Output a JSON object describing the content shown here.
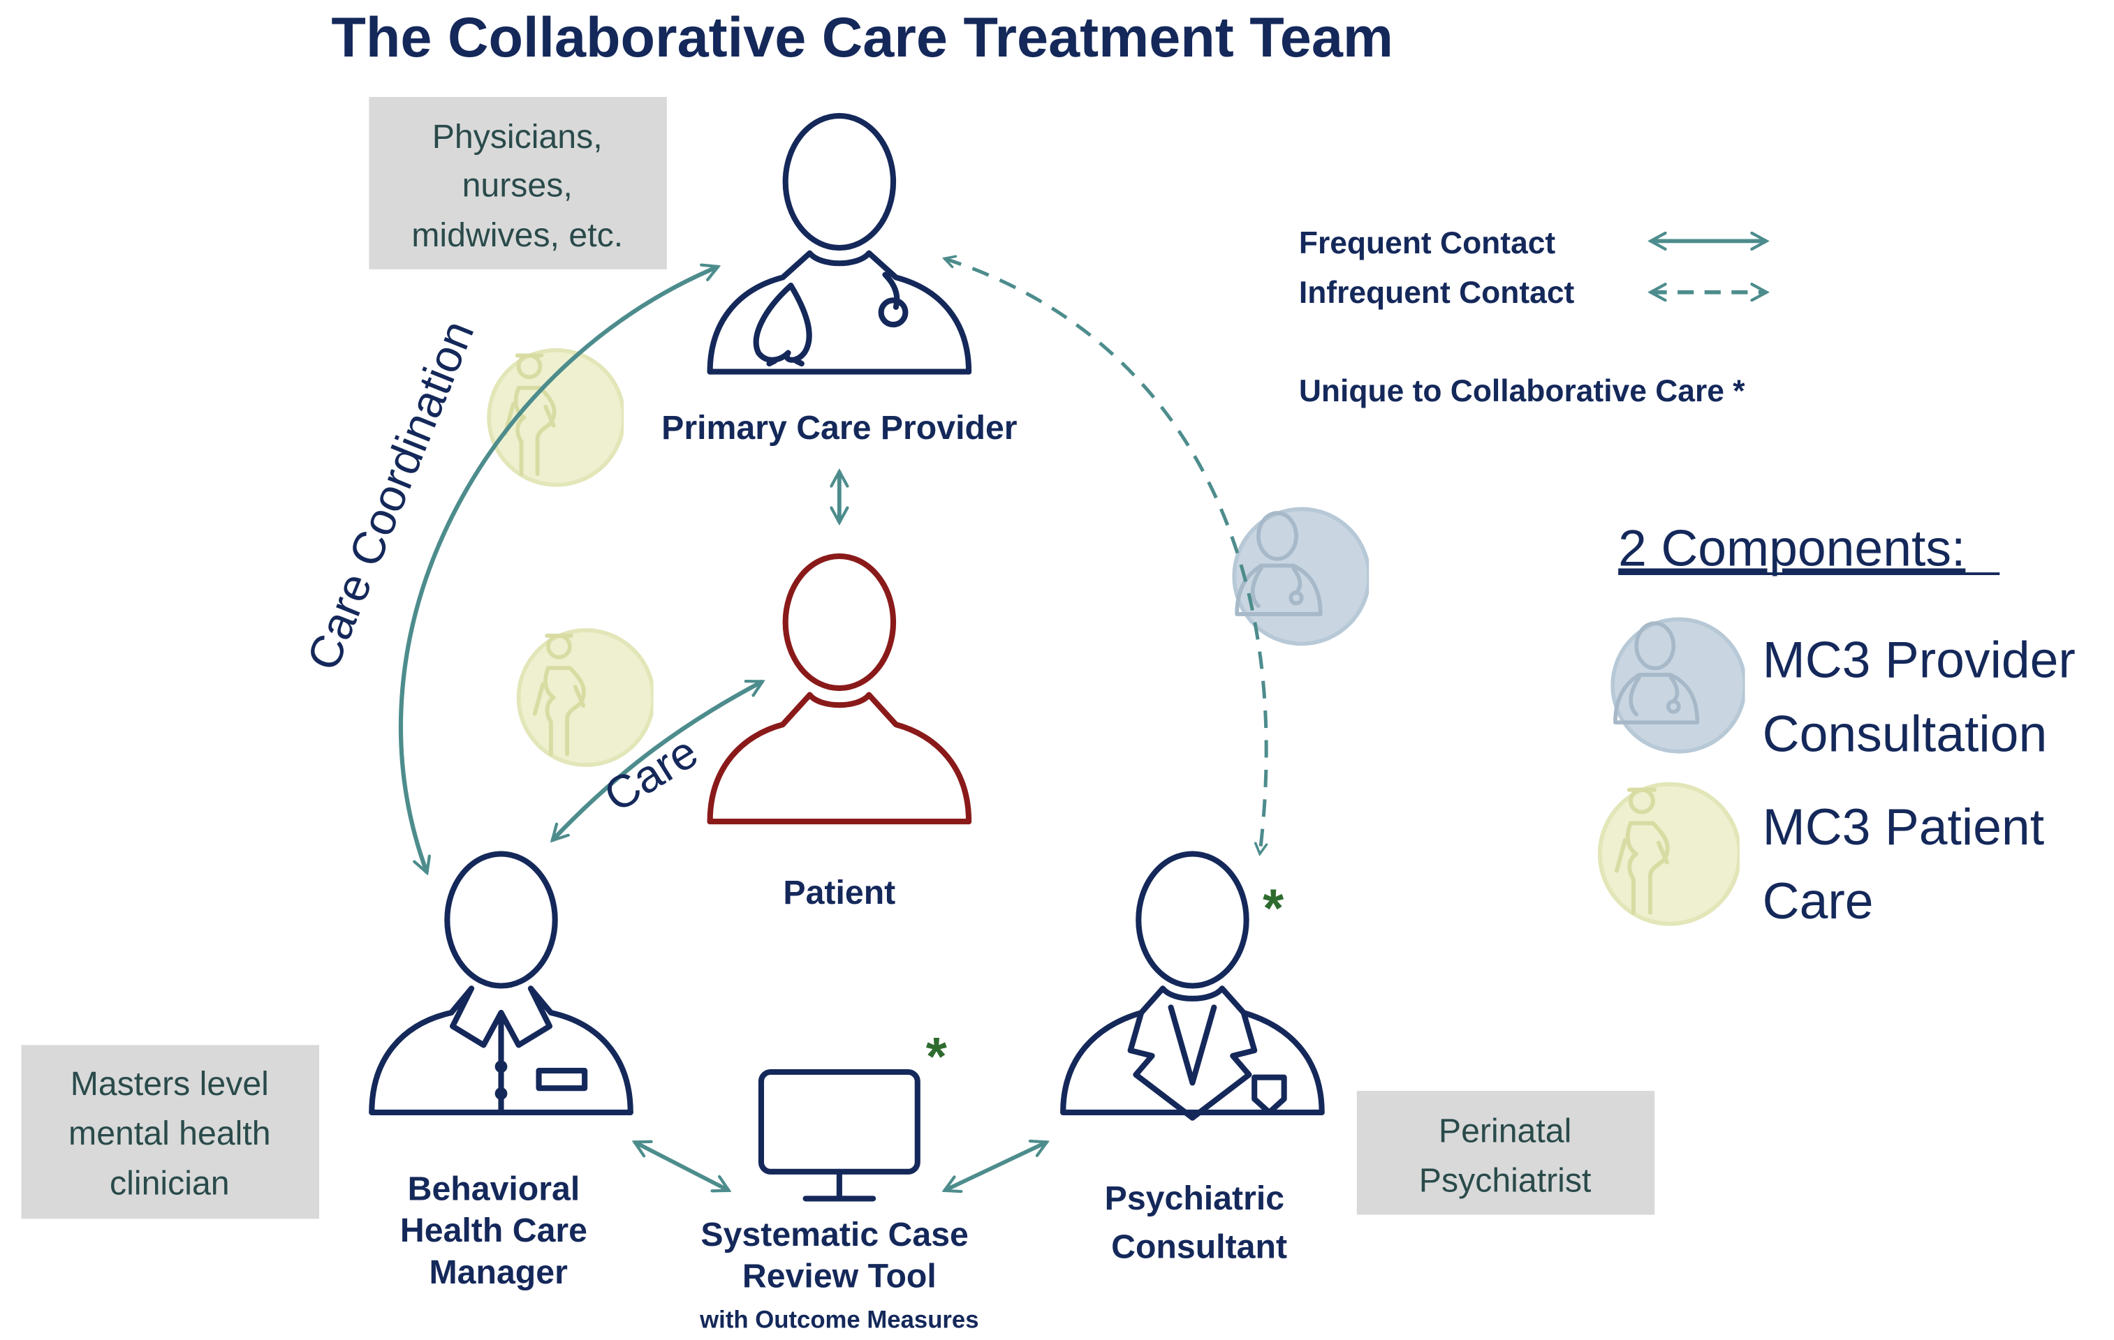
{
  "title": "The Collaborative Care Treatment Team",
  "colors": {
    "navy": "#14285a",
    "teal": "#4d8c8c",
    "patient_red": "#8a1a1a",
    "gray_box": "#d9d9d9",
    "asterisk_green": "#2e6b2e",
    "blue_badge": "#c5d3df",
    "yellow_badge": "#eef0cf"
  },
  "nodes": {
    "primary_care": {
      "label": "Primary Care Provider",
      "icon": "doctor-stethoscope-icon"
    },
    "patient": {
      "label": "Patient",
      "icon": "person-icon"
    },
    "bhcm": {
      "label_lines": [
        "Behavioral",
        "Health Care",
        "Manager"
      ],
      "icon": "person-shirt-icon"
    },
    "psychiatric": {
      "label_lines": [
        "Psychiatric",
        "Consultant"
      ],
      "icon": "doctor-coat-icon",
      "asterisk": "*"
    },
    "review_tool": {
      "label_lines": [
        "Systematic Case",
        "Review Tool"
      ],
      "sublabel": "with Outcome Measures",
      "icon": "monitor-icon",
      "asterisk": "*"
    }
  },
  "gray_boxes": {
    "physicians": [
      "Physicians,",
      "nurses,",
      "midwives, etc."
    ],
    "masters": [
      "Masters level",
      "mental health",
      "clinician"
    ],
    "perinatal": [
      "Perinatal",
      "Psychiatrist"
    ]
  },
  "arrow_labels": {
    "care_coordination": "Care Coordination",
    "care": "Care"
  },
  "legend": {
    "frequent": "Frequent Contact",
    "infrequent": "Infrequent Contact",
    "unique": "Unique to Collaborative Care *"
  },
  "components": {
    "heading": "2 Components:",
    "items": [
      {
        "lines": [
          "MC3 Provider",
          "Consultation"
        ],
        "icon": "provider-badge-icon"
      },
      {
        "lines": [
          "MC3 Patient",
          "Care"
        ],
        "icon": "pregnant-woman-badge-icon"
      }
    ]
  }
}
